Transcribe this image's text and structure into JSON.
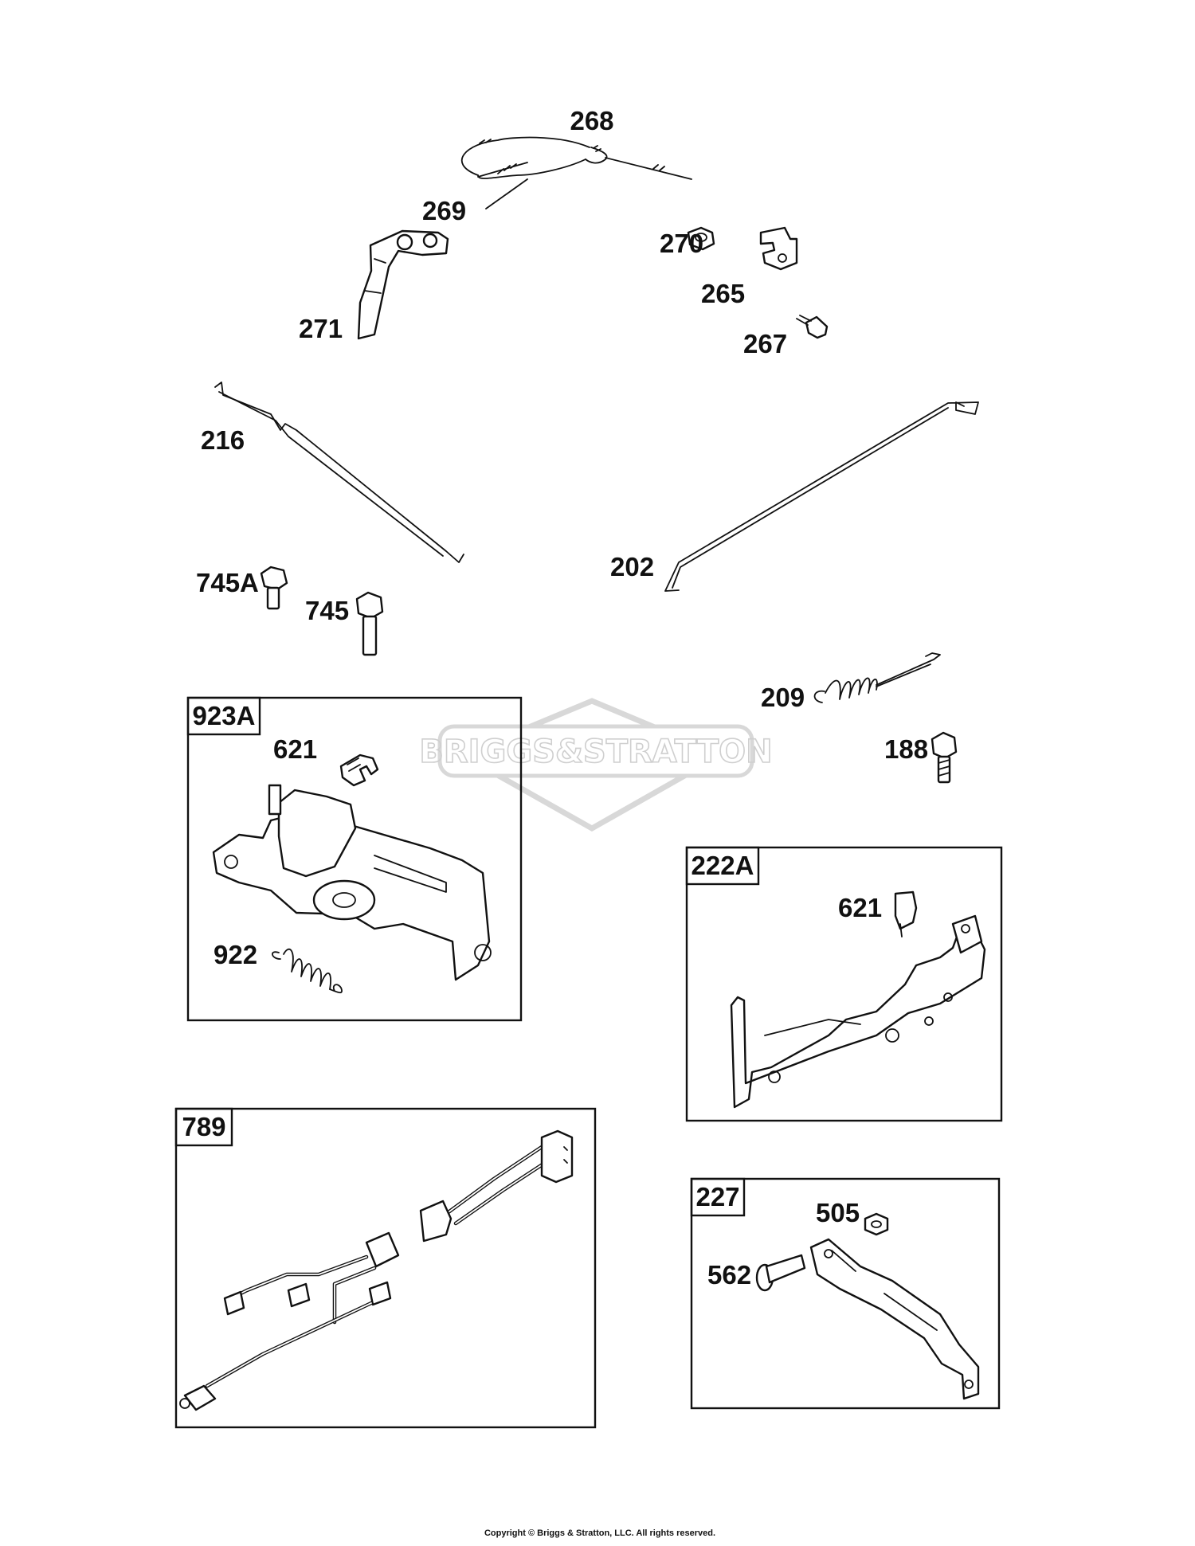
{
  "watermark": {
    "brand": "BRIGGS&STRATTON"
  },
  "callouts": {
    "c268": "268",
    "c269": "269",
    "c270": "270",
    "c265": "265",
    "c267": "267",
    "c271": "271",
    "c216": "216",
    "c202": "202",
    "c745a": "745A",
    "c745": "745",
    "c209": "209",
    "c188": "188"
  },
  "kits": {
    "k923a": {
      "label": "923A",
      "parts": {
        "p621": "621",
        "p922": "922"
      }
    },
    "k222a": {
      "label": "222A",
      "parts": {
        "p621": "621"
      }
    },
    "k789": {
      "label": "789"
    },
    "k227": {
      "label": "227",
      "parts": {
        "p505": "505",
        "p562": "562"
      }
    }
  },
  "footer": {
    "copyright": "Copyright © Briggs & Stratton, LLC. All rights reserved."
  }
}
